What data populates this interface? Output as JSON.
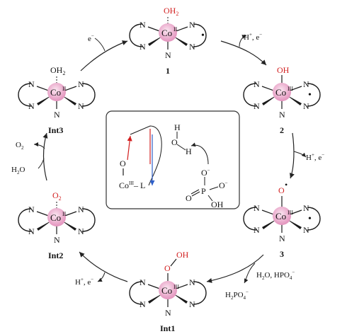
{
  "colors": {
    "ligand": "#1a1a1a",
    "cobalt": "#e79bc4",
    "cobalt_center": "#f7d9ea",
    "oxygen": "#d21f1f",
    "arrow": "#222222",
    "box_border": "#333333",
    "blue_arrow": "#2f5fc9"
  },
  "atoms": {
    "n": "N",
    "co": "Co",
    "o": "O",
    "h": "H",
    "p": "P",
    "l": "L"
  },
  "ligand_top": {
    "oh2": "OH",
    "oh2_sub": "2",
    "o2": "O",
    "o2_sub": "2",
    "oh": "OH",
    "o": "O",
    "ooh": "O–OH",
    "radical_dot": "•"
  },
  "oxidation": {
    "ii": "II",
    "iii": "III"
  },
  "complexes": {
    "c1": {
      "label": "1"
    },
    "c2": {
      "label": "2"
    },
    "c3": {
      "label": "3"
    },
    "int1": {
      "label": "Int1"
    },
    "int2": {
      "label": "Int2"
    },
    "int3": {
      "label": "Int3"
    }
  },
  "arrows": {
    "a_1_2": {
      "text": "H",
      "sup": "+",
      "tail": ", e",
      "sup2": "−"
    },
    "a_2_3": {
      "text": "H",
      "sup": "+",
      "tail": ", e",
      "sup2": "−"
    },
    "a_3_int1_in": {
      "text": "H",
      "sub": "2",
      "tail": "O, HPO",
      "sub2": "4",
      "sup2": "−"
    },
    "a_3_int1_out": {
      "text": "H",
      "sub": "2",
      "tail": "PO",
      "sub2": "4",
      "sup2": "−"
    },
    "a_int1_int2": {
      "text": "H",
      "sup": "+",
      "tail": ", e",
      "sup2": "−"
    },
    "a_int2_int3_out": {
      "text": "O",
      "sub": "2"
    },
    "a_int2_int3_in": {
      "text": "H",
      "sub": "2",
      "tail": "O"
    },
    "a_int3_1": {
      "text": "e",
      "sup": "−"
    }
  },
  "inset": {
    "co_label": "Co",
    "co_sup": "III",
    "l_label": "– L",
    "o_label": "O",
    "h1": "H",
    "h2": "H",
    "o2": "O",
    "p": "P",
    "o_minus1": "O",
    "o_minus2": "O",
    "oh": "OH",
    "minus": "−"
  }
}
